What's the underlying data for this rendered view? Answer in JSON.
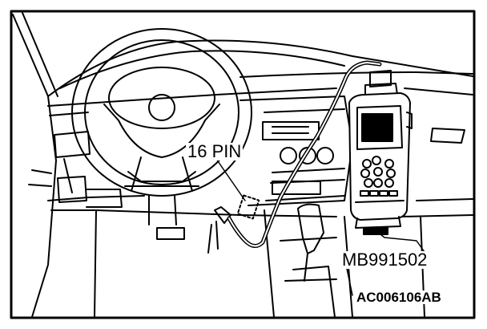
{
  "figure": {
    "callouts": {
      "connector": "16 PIN",
      "tool": "MB991502",
      "code": "AC006106AB"
    }
  },
  "colors": {
    "line": "#000000",
    "background": "#ffffff",
    "screen": "#000000"
  },
  "icons": [
    "steering-wheel-icon",
    "scan-tool-icon",
    "gear-shift-icon",
    "connector-icon"
  ]
}
